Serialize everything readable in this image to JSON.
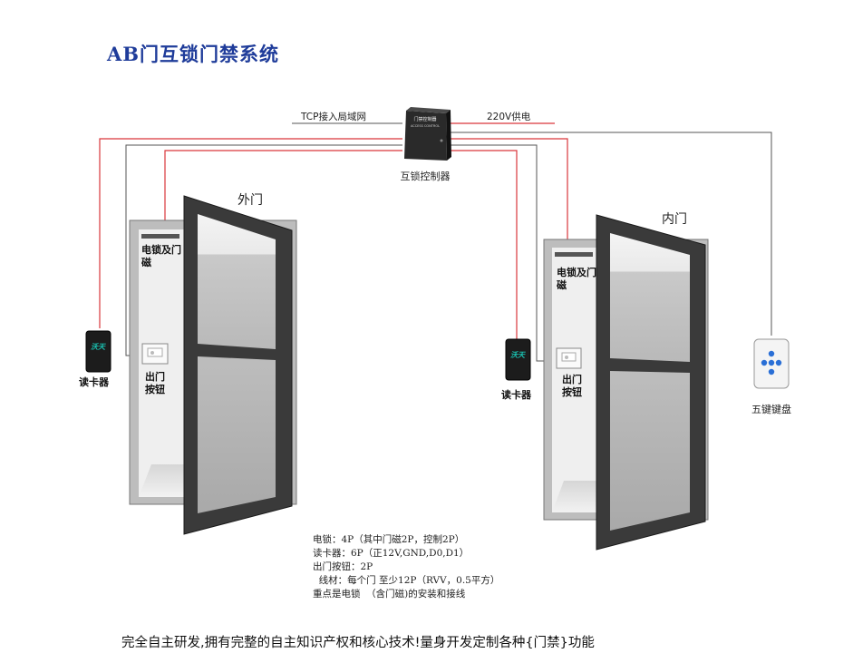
{
  "title": "AB门互锁门禁系统",
  "controller": {
    "box_text_line1": "门禁控制器",
    "box_text_line2": "ACCESS CONTROL",
    "label": "互锁控制器"
  },
  "wiring": {
    "tcp_label": "TCP接入局域网",
    "power_label": "220V供电"
  },
  "outer_door": {
    "name": "外门",
    "lock_label": "电锁及门磁",
    "button_label": "出门按钮",
    "reader_label": "读卡器",
    "reader_brand": "沃天"
  },
  "inner_door": {
    "name": "内门",
    "lock_label": "电锁及门磁",
    "button_label": "出门按钮",
    "reader_label": "读卡器",
    "reader_brand": "沃天"
  },
  "keypad": {
    "label": "五键键盘"
  },
  "notes": [
    "电锁：4P（其中门磁2P，控制2P）",
    "读卡器：6P（正12V,GND,D0,D1）",
    "出门按钮：2P",
    "  线材：每个门 至少12P（RVV，0.5平方）",
    "重点是电锁  （含门磁)的安装和接线"
  ],
  "footer": "完全自主研发,拥有完整的自主知识产权和核心技术!量身开发定制各种{门禁}功能",
  "colors": {
    "title": "#1f3c9a",
    "red_wire": "#d9363b",
    "gray_wire": "#555555",
    "door_frame": "#3a3a3a",
    "reader_text": "#19c6b5"
  }
}
